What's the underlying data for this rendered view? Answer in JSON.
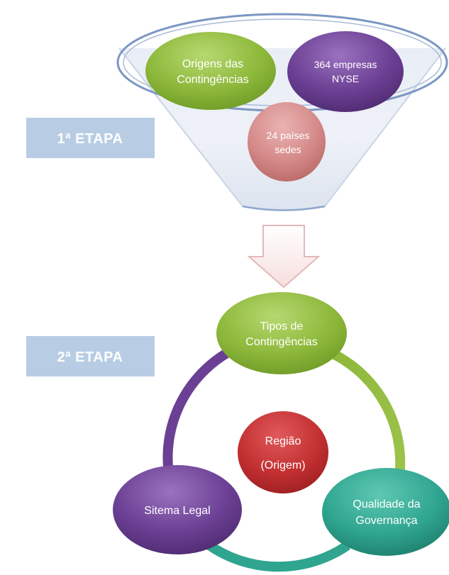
{
  "stage1": {
    "label": "1ª ETAPA"
  },
  "stage2": {
    "label": "2ª ETAPA"
  },
  "funnel": {
    "origens": {
      "line1": "Origens das",
      "line2": "Contingências"
    },
    "empresas": {
      "line1": "364 empresas",
      "line2": "NYSE"
    },
    "paises": {
      "line1": "24 países",
      "line2": "sedes"
    }
  },
  "cycle": {
    "tipos": {
      "line1": "Tipos de",
      "line2": "Contingências"
    },
    "qualidade": {
      "line1": "Qualidade da",
      "line2": "Governança"
    },
    "legal": {
      "line1": "Sitema Legal"
    },
    "regiao": {
      "line1": "Região",
      "line2": "(Origem)"
    }
  },
  "colors": {
    "stage_box": "#b8cde4",
    "green": "#8db83a",
    "purple": "#6b3f93",
    "pink": "#d48a89",
    "teal": "#2fa590",
    "red": "#c33032",
    "funnel_rim": "#7a97c2"
  }
}
